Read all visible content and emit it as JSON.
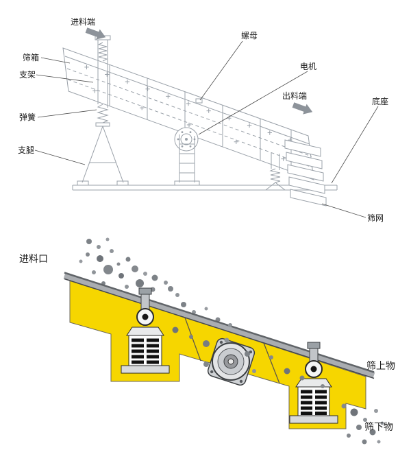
{
  "top_diagram": {
    "labels": {
      "feed_end": "进料端",
      "nut": "螺母",
      "screen_box": "筛箱",
      "support_frame": "支架",
      "motor": "电机",
      "discharge_end": "出料端",
      "base": "底座",
      "spring": "弹簧",
      "support_leg": "支腿",
      "screen_mesh": "筛网"
    }
  },
  "bottom_diagram": {
    "labels": {
      "feed_inlet": "进料口",
      "oversize_material": "筛上物",
      "undersize_material": "筛下物"
    },
    "colors": {
      "screen_body": "#F6D600",
      "rail_gray": "#AAADB1",
      "particle_gray": "#85898E"
    }
  }
}
